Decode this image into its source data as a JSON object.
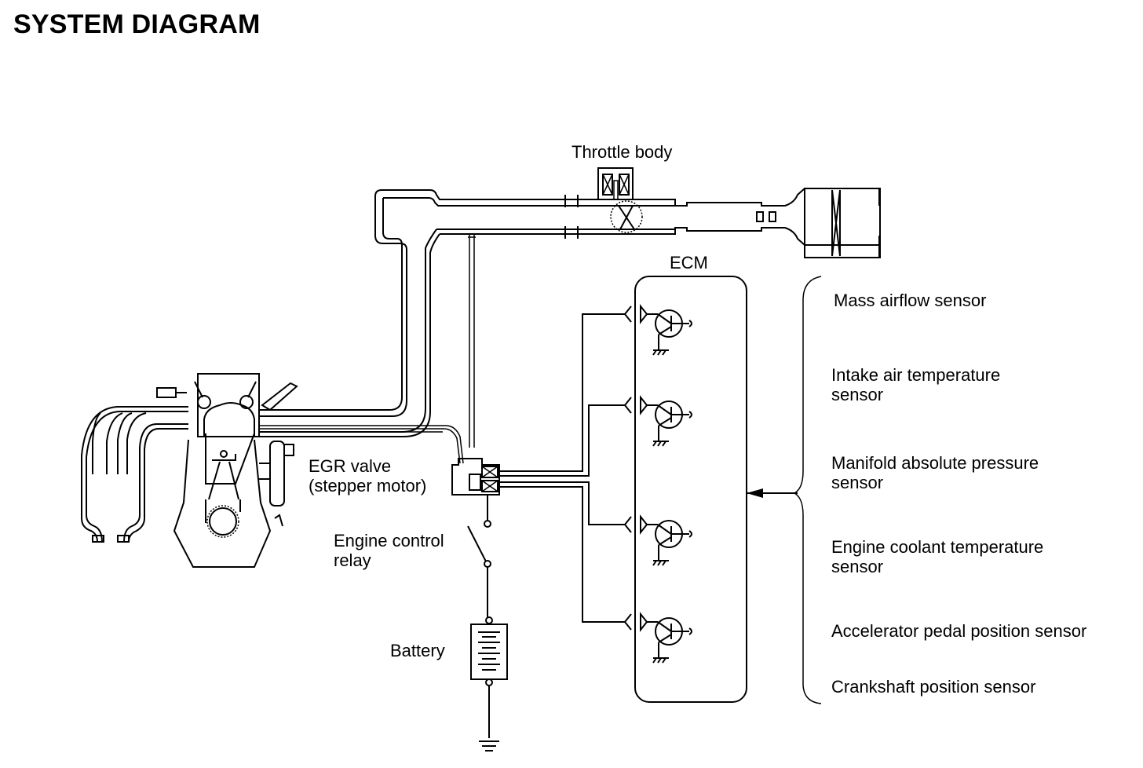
{
  "title": "SYSTEM DIAGRAM",
  "labels": {
    "throttle_body": "Throttle body",
    "ecm": "ECM",
    "egr_valve": "EGR valve\n(stepper motor)",
    "engine_control_relay": "Engine control\nrelay",
    "battery": "Battery"
  },
  "sensors": [
    {
      "label": "Mass airflow sensor"
    },
    {
      "label": "Intake air temperature\nsensor"
    },
    {
      "label": "Manifold absolute pressure\nsensor"
    },
    {
      "label": "Engine coolant temperature\nsensor"
    },
    {
      "label": "Accelerator pedal position sensor"
    },
    {
      "label": "Crankshaft position sensor"
    }
  ],
  "ecm_driver_count": 4,
  "colors": {
    "line": "#000000",
    "background": "#ffffff"
  }
}
